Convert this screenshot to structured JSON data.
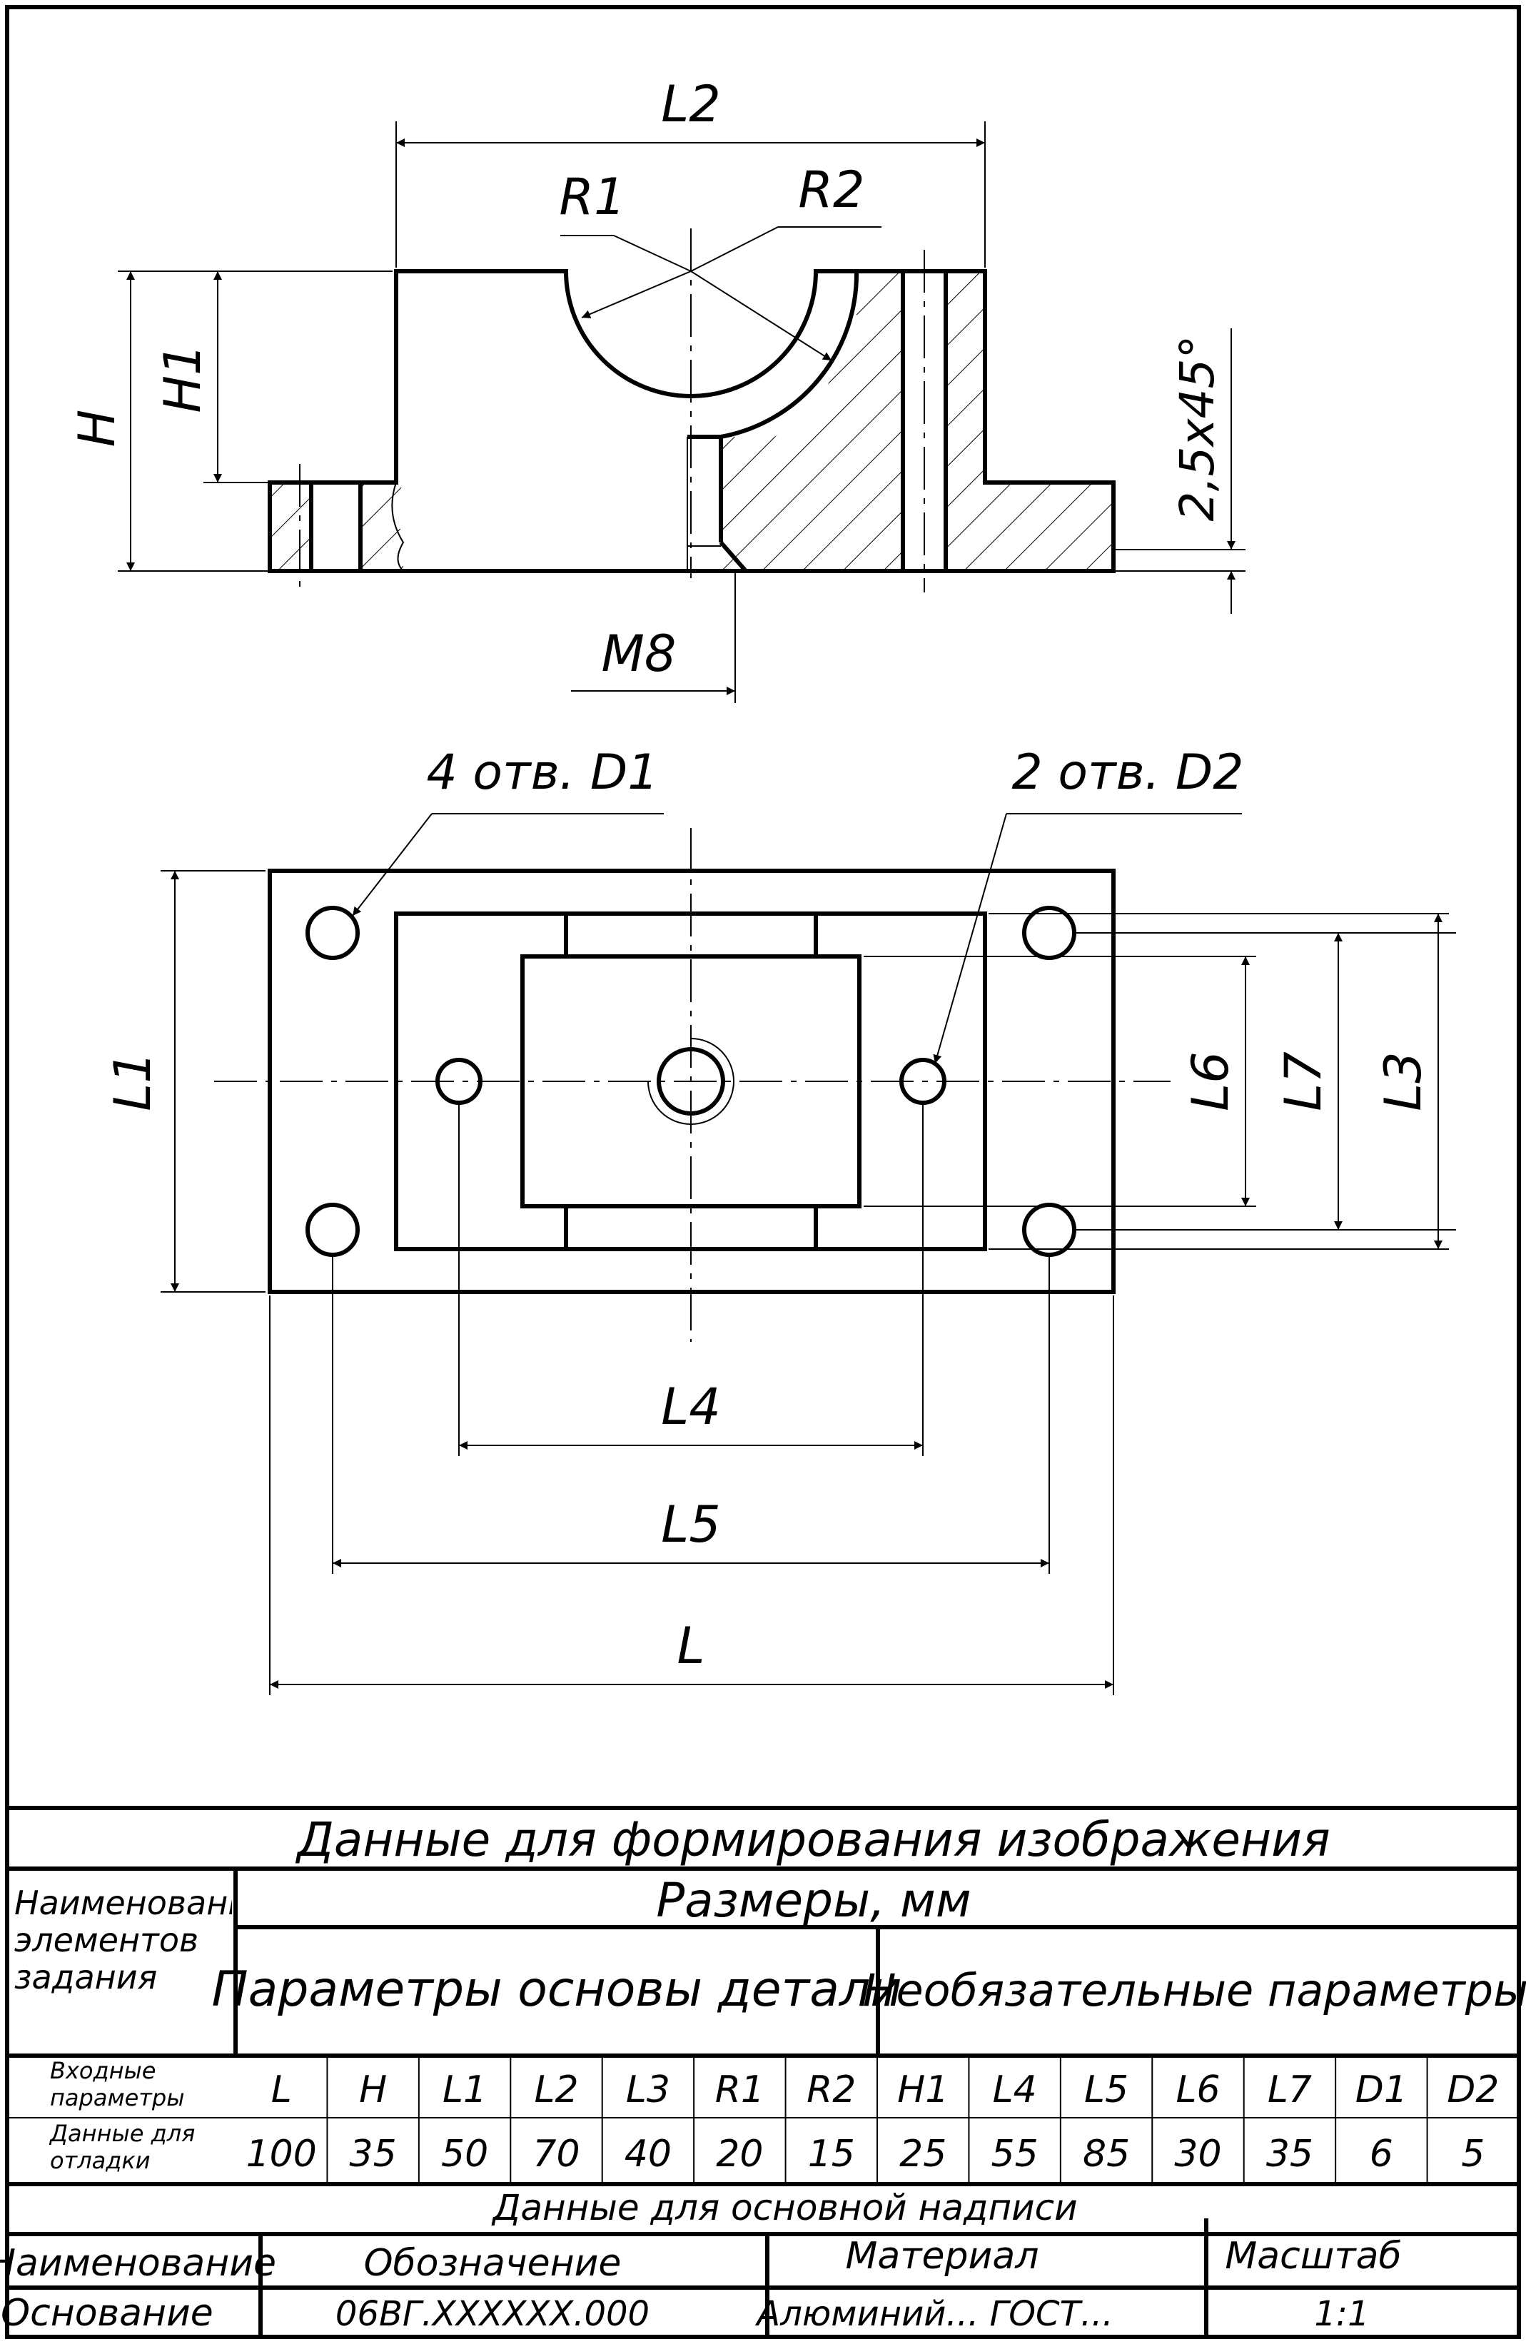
{
  "drawing": {
    "front_view": {
      "dim_L2": "L2",
      "dim_R1": "R1",
      "dim_R2": "R2",
      "dim_H": "H",
      "dim_H1": "H1",
      "dim_chamfer": "2,5x45°",
      "dim_M8": "M8"
    },
    "top_view": {
      "callout_holes_D1": "4 отв. D1",
      "callout_holes_D2": "2 отв. D2",
      "dim_L1": "L1",
      "dim_L6": "L6",
      "dim_L7": "L7",
      "dim_L3": "L3",
      "dim_L4": "L4",
      "dim_L5": "L5",
      "dim_L": "L"
    }
  },
  "table": {
    "title": "Данные для формирования изображения",
    "row_label": "Наименование элементов задания",
    "dimensions_header": "Размеры, мм",
    "group_base": "Параметры основы детали",
    "group_optional": "Необязательные параметры",
    "input_label": "Входные параметры",
    "debug_label": "Данные для отладки",
    "params": [
      "L",
      "H",
      "L1",
      "L2",
      "L3",
      "R1",
      "R2",
      "H1",
      "L4",
      "L5",
      "L6",
      "L7",
      "D1",
      "D2"
    ],
    "values": [
      "100",
      "35",
      "50",
      "70",
      "40",
      "20",
      "15",
      "25",
      "55",
      "85",
      "30",
      "35",
      "6",
      "5"
    ]
  },
  "title_block": {
    "header": "Данные для основной надписи",
    "name_label": "Наименование",
    "designation_label": "Обозначение",
    "material_label": "Материал",
    "scale_label": "Масштаб",
    "basis_label": "Основание",
    "designation_value": "06ВГ.XXXXXX.000",
    "material_value": "Алюминий... ГОСТ...",
    "scale_value": "1:1"
  }
}
